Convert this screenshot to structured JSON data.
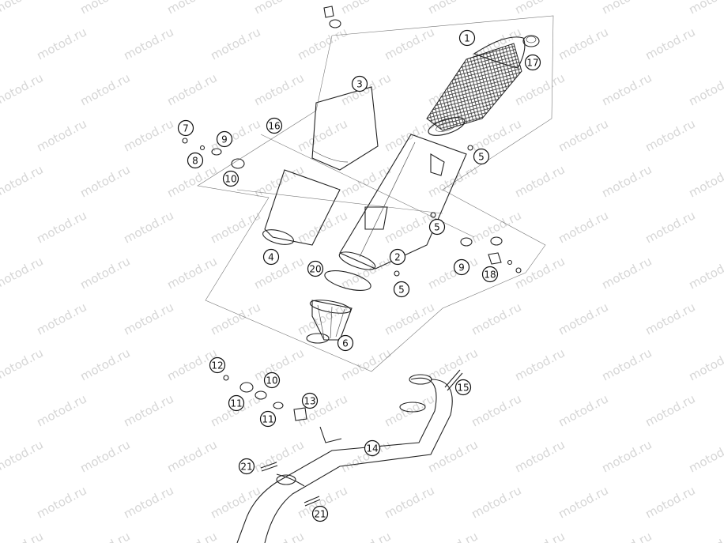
{
  "watermark": "motod.ru",
  "callouts": [
    {
      "id": "c1",
      "label": "1"
    },
    {
      "id": "c17",
      "label": "17"
    },
    {
      "id": "c3",
      "label": "3"
    },
    {
      "id": "c16",
      "label": "16"
    },
    {
      "id": "c7",
      "label": "7"
    },
    {
      "id": "c9a",
      "label": "9"
    },
    {
      "id": "c8",
      "label": "8"
    },
    {
      "id": "c10a",
      "label": "10"
    },
    {
      "id": "c5a",
      "label": "5"
    },
    {
      "id": "c5b",
      "label": "5"
    },
    {
      "id": "c4",
      "label": "4"
    },
    {
      "id": "c2",
      "label": "2"
    },
    {
      "id": "c20",
      "label": "20"
    },
    {
      "id": "c5c",
      "label": "5"
    },
    {
      "id": "c9b",
      "label": "9"
    },
    {
      "id": "c18",
      "label": "18"
    },
    {
      "id": "c6",
      "label": "6"
    },
    {
      "id": "c12",
      "label": "12"
    },
    {
      "id": "c10b",
      "label": "10"
    },
    {
      "id": "c11a",
      "label": "11"
    },
    {
      "id": "c11b",
      "label": "11"
    },
    {
      "id": "c13",
      "label": "13"
    },
    {
      "id": "c15",
      "label": "15"
    },
    {
      "id": "c14",
      "label": "14"
    },
    {
      "id": "c21a",
      "label": "21"
    },
    {
      "id": "c21b",
      "label": "21"
    }
  ]
}
